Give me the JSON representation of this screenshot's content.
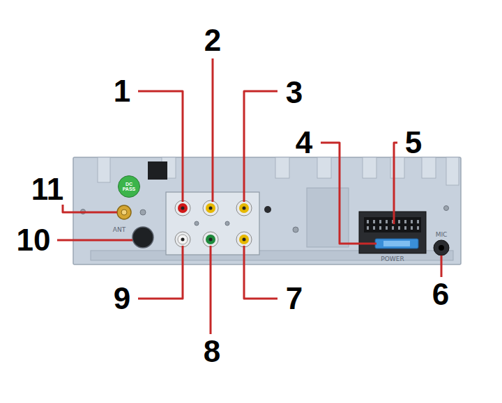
{
  "diagram": {
    "nodes": [
      {
        "text": [
          "DC PASS"
        ]
      }
    ],
    "labels": [
      "1",
      "2",
      "3",
      "4",
      "5",
      "6",
      "7",
      "8",
      "9",
      "10",
      "11",
      "ANT",
      "POWER",
      "MIC"
    ]
  }
}
